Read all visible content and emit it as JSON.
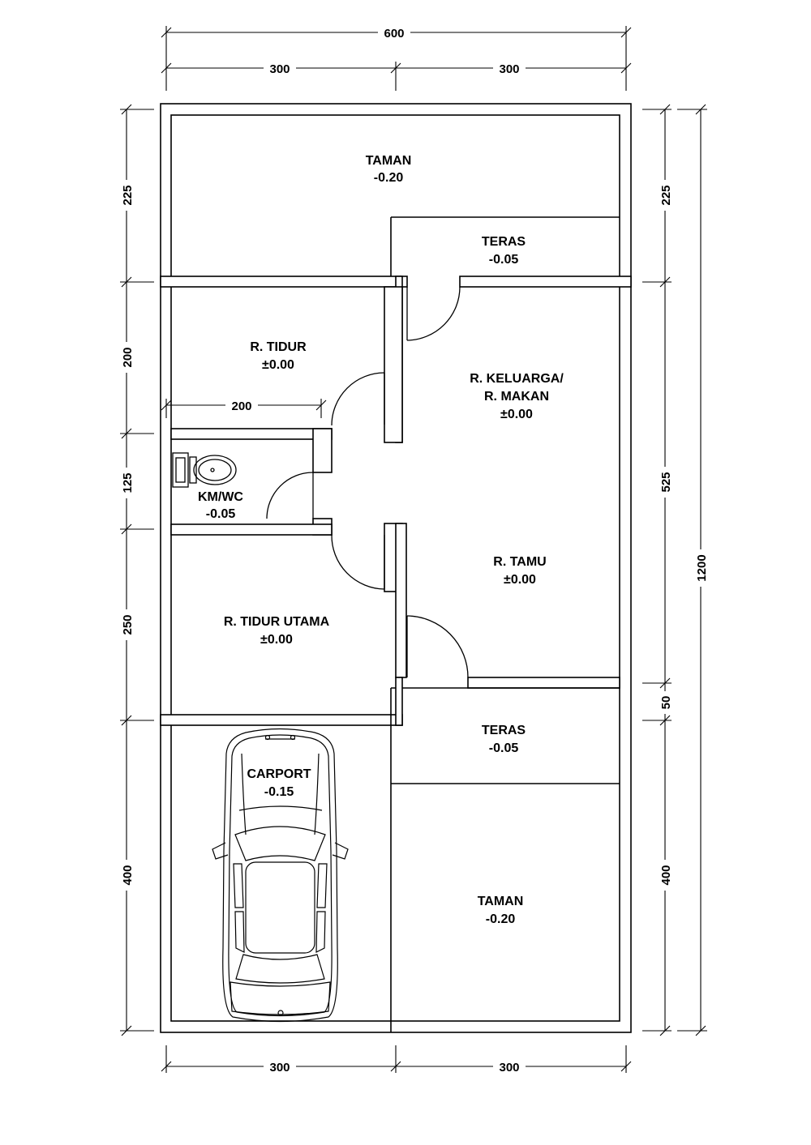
{
  "rooms": {
    "taman_top": {
      "name": "TAMAN",
      "level": "-0.20"
    },
    "teras_top": {
      "name": "TERAS",
      "level": "-0.05"
    },
    "r_tidur": {
      "name": "R. TIDUR",
      "level": "±0.00"
    },
    "keluarga": {
      "name1": "R. KELUARGA/",
      "name2": "R. MAKAN",
      "level": "±0.00"
    },
    "kmwc": {
      "name": "KM/WC",
      "level": "-0.05"
    },
    "r_tamu": {
      "name": "R. TAMU",
      "level": "±0.00"
    },
    "tidur_utama": {
      "name": "R. TIDUR UTAMA",
      "level": "±0.00"
    },
    "teras_bottom": {
      "name": "TERAS",
      "level": "-0.05"
    },
    "carport": {
      "name": "CARPORT",
      "level": "-0.15"
    },
    "taman_bottom": {
      "name": "TAMAN",
      "level": "-0.20"
    }
  },
  "dimensions": {
    "top_total": "600",
    "top_left": "300",
    "top_right": "300",
    "bottom_left": "300",
    "bottom_right": "300",
    "left_225": "225",
    "left_200": "200",
    "left_125": "125",
    "left_250": "250",
    "left_400": "400",
    "right_225": "225",
    "right_525": "525",
    "right_50": "50",
    "right_400": "400",
    "right_total": "1200",
    "inner_200": "200"
  }
}
